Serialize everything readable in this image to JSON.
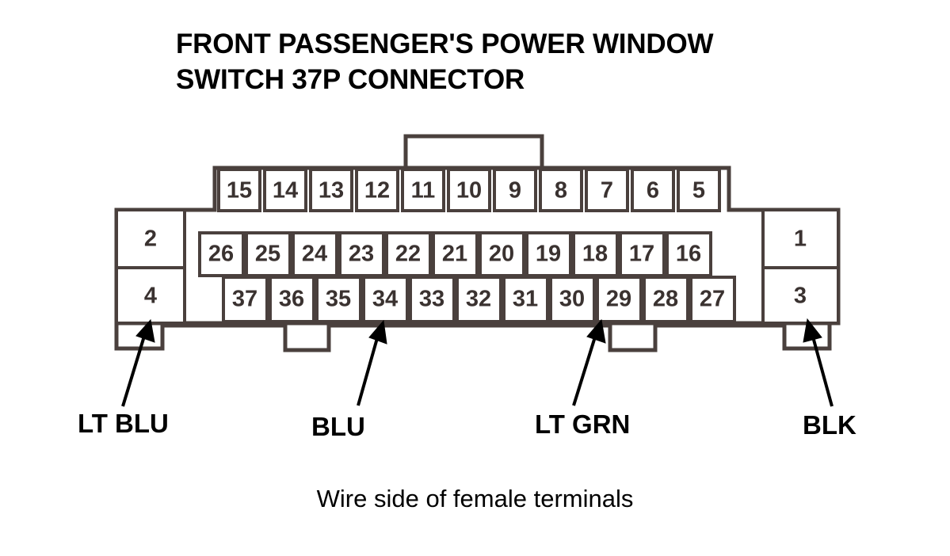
{
  "title": "FRONT PASSENGER'S POWER WINDOW\nSWITCH 37P CONNECTOR",
  "caption": "Wire side of female terminals",
  "connector": {
    "type": "37P",
    "rows": {
      "top": [
        "15",
        "14",
        "13",
        "12",
        "11",
        "10",
        "9",
        "8",
        "7",
        "6",
        "5"
      ],
      "middle": [
        "26",
        "25",
        "24",
        "23",
        "22",
        "21",
        "20",
        "19",
        "18",
        "17",
        "16"
      ],
      "bottom": [
        "37",
        "36",
        "35",
        "34",
        "33",
        "32",
        "31",
        "30",
        "29",
        "28",
        "27"
      ],
      "left_column": [
        "2",
        "4"
      ],
      "right_column": [
        "1",
        "3"
      ]
    }
  },
  "wire_labels": [
    {
      "text": "LT BLU",
      "terminal": "4",
      "color_hex": "#7FC4E8"
    },
    {
      "text": "BLU",
      "terminal": "34",
      "color_hex": "#1F4FA8"
    },
    {
      "text": "LT GRN",
      "terminal": "29",
      "color_hex": "#8FD18F"
    },
    {
      "text": "BLK",
      "terminal": "3",
      "color_hex": "#000000"
    }
  ],
  "style": {
    "line_color": "#4a403d",
    "text_color": "#000000",
    "background": "#ffffff"
  }
}
